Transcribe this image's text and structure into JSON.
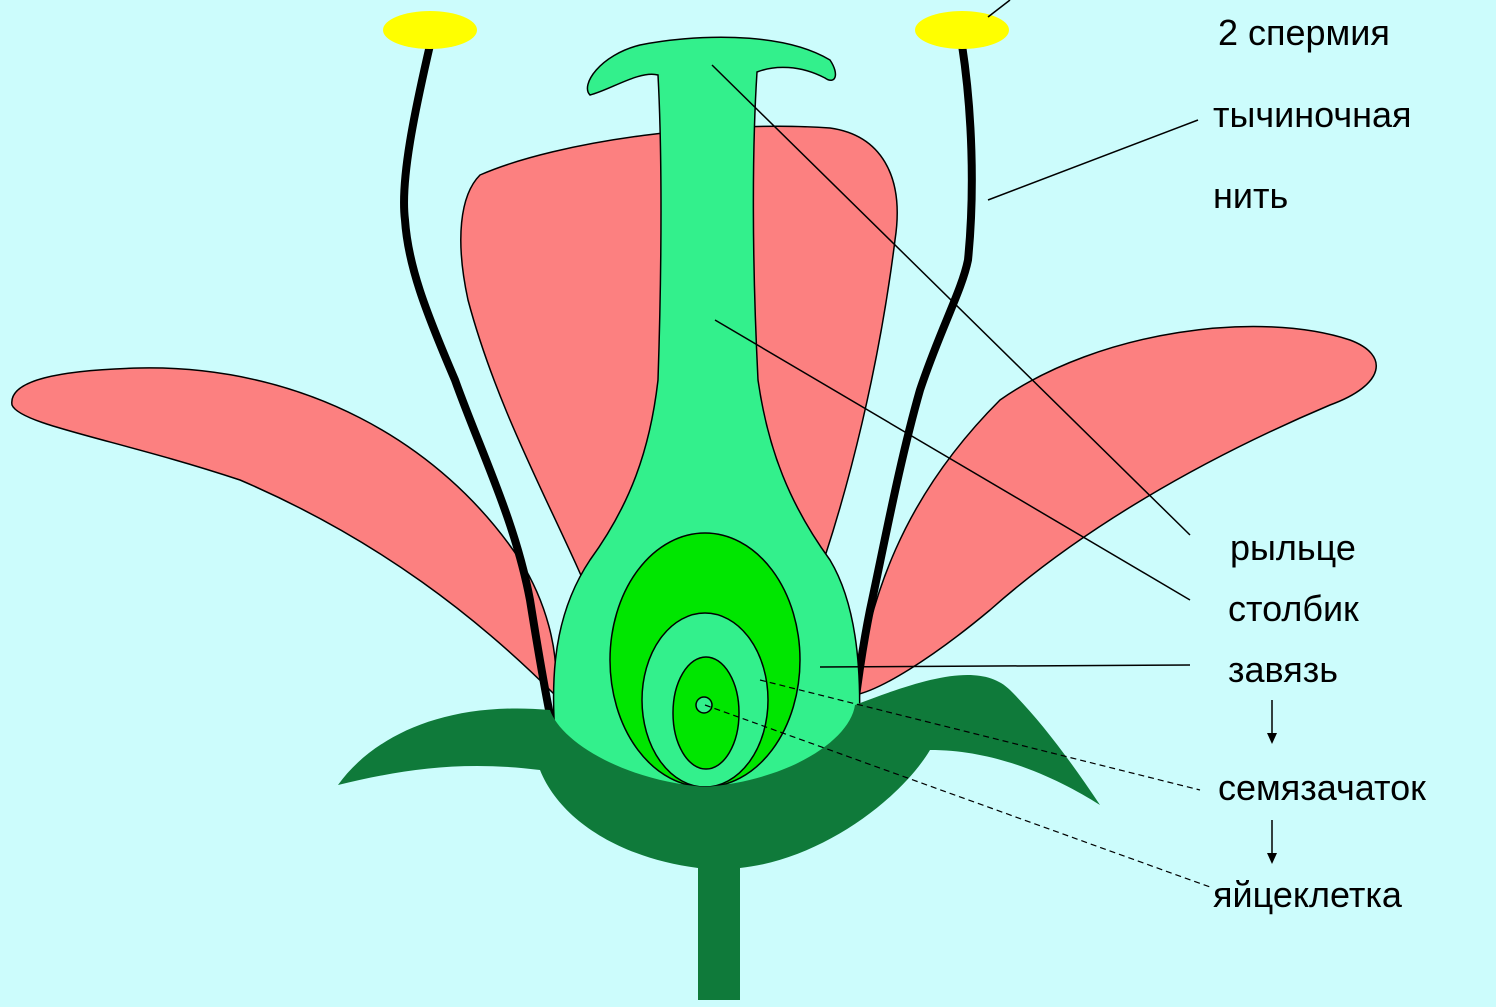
{
  "labels": {
    "sperm": "2 спермия",
    "filament_line1": "тычиночная",
    "filament_line2": "нить",
    "stigma": "рыльце",
    "style": "столбик",
    "ovary": "завязь",
    "ovule": "семязачаток",
    "egg_cell": "яйцеклетка"
  },
  "colors": {
    "background": "#ccfcfc",
    "petal": "#fc8080",
    "pistil": "#33f08c",
    "ovule_outer": "#00e600",
    "ovule_middle": "#33f08c",
    "ovule_inner": "#00e600",
    "sepal_receptacle": "#0f7a3a",
    "anther": "#ffff00",
    "filament": "#000000"
  }
}
